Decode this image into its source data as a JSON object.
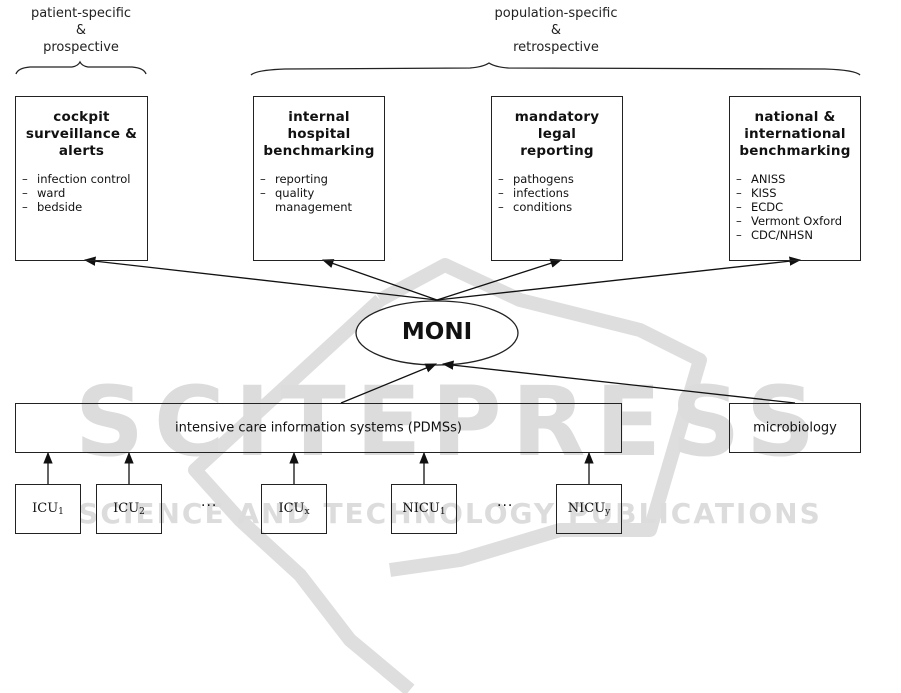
{
  "groups": {
    "patient": {
      "line1": "patient-specific",
      "line2": "&",
      "line3": "prospective"
    },
    "population": {
      "line1": "population-specific",
      "line2": "&",
      "line3": "retrospective"
    }
  },
  "outputs": [
    {
      "title_lines": [
        "cockpit",
        "surveillance &",
        "alerts"
      ],
      "items": [
        "infection control",
        "ward",
        "bedside"
      ]
    },
    {
      "title_lines": [
        "internal",
        "hospital",
        "benchmarking"
      ],
      "items": [
        "reporting",
        "quality management"
      ]
    },
    {
      "title_lines": [
        "mandatory",
        "legal",
        "reporting"
      ],
      "items": [
        "pathogens",
        "infections",
        "conditions"
      ]
    },
    {
      "title_lines": [
        "national &",
        "international",
        "benchmarking"
      ],
      "items": [
        "ANISS",
        "KISS",
        "ECDC",
        "Vermont Oxford",
        "CDC/NHSN"
      ]
    }
  ],
  "core": {
    "label": "MONI"
  },
  "sources": {
    "pdms": "intensive care information systems (PDMSs)",
    "microbiology": "microbiology"
  },
  "units": [
    {
      "base": "ICU",
      "sub": "1"
    },
    {
      "base": "ICU",
      "sub": "2"
    },
    {
      "base": "ICU",
      "sub": "x"
    },
    {
      "base": "NICU",
      "sub": "1"
    },
    {
      "base": "NICU",
      "sub": "y"
    }
  ],
  "ellipsis": "···",
  "watermark": {
    "top": "SCITEPRESS",
    "bottom": "SCIENCE AND TECHNOLOGY PUBLICATIONS",
    "color": "#d9d9d9"
  }
}
